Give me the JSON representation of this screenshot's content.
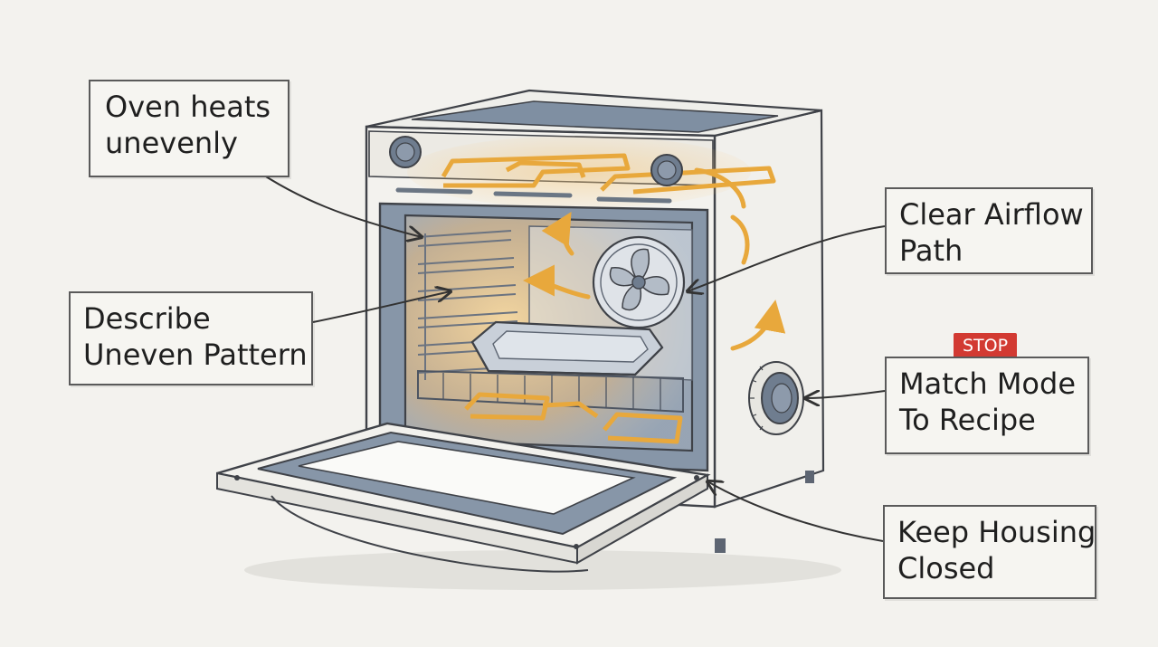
{
  "callouts": {
    "uneven_heating": {
      "line1": "Oven heats",
      "line2": "unevenly"
    },
    "describe_pattern": {
      "line1": "Describe",
      "line2": "Uneven Pattern"
    },
    "airflow": {
      "line1": "Clear Airflow",
      "line2": "Path"
    },
    "mode": {
      "badge": "STOP",
      "line1": "Match Mode",
      "line2": "To Recipe"
    },
    "housing": {
      "line1": "Keep Housing",
      "line2": "Closed"
    }
  },
  "colors": {
    "background": "#f3f2ee",
    "outline": "#3f4248",
    "panel": "#8796a8",
    "heating_element": "#e8a83c",
    "heat_glow": "#f6c77a",
    "stop_badge": "#d23a32"
  },
  "icons": [
    "oven-illustration",
    "convection-fan-icon",
    "heating-element-icon",
    "control-knob-icon",
    "baking-dish-icon",
    "airflow-arrow-icon"
  ]
}
